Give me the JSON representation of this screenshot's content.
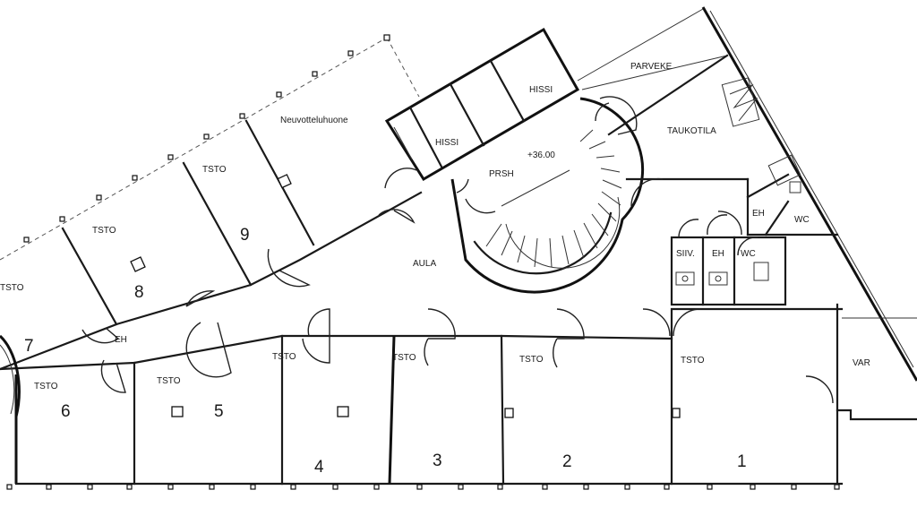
{
  "rooms": {
    "tsto7_label": "TSTO",
    "tsto8_label": "TSTO",
    "tsto9_label": "TSTO",
    "meeting": "Neuvotteluhuone",
    "hissi_a": "HISSI",
    "hissi_b": "HISSI",
    "parveke": "PARVEKE",
    "taukotila": "TAUKOTILA",
    "prsh": "PRSH",
    "level": "+36.00",
    "aula": "AULA",
    "eh_upper": "EH",
    "wc_upper": "WC",
    "siiv": "SIIV.",
    "eh_mid": "EH",
    "wc_mid": "WC",
    "eh_left": "EH",
    "tsto6_label": "TSTO",
    "tsto5_label": "TSTO",
    "tsto4_label": "TSTO",
    "tsto3_label": "TSTO",
    "tsto2_label": "TSTO",
    "tsto1_label": "TSTO",
    "var": "VAR"
  },
  "numbers": {
    "r1": "1",
    "r2": "2",
    "r3": "3",
    "r4": "4",
    "r5": "5",
    "r6": "6",
    "r7": "7",
    "r8": "8",
    "r9": "9"
  }
}
